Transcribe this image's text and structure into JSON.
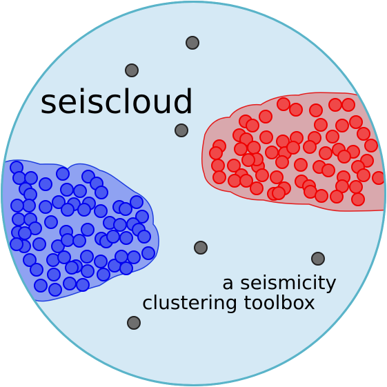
{
  "logo": {
    "title": "seiscloud",
    "subtitle_line1": "a seismicity",
    "subtitle_line2": "clustering toolbox"
  },
  "colors": {
    "circle_fill": "#d5e9f5",
    "circle_stroke": "#5ab4c9",
    "red_cloud_fill": "#d9a8ad",
    "red_cloud_stroke": "#e41b1b",
    "red_dot_fill": "#f04848",
    "red_dot_stroke": "#ee0000",
    "blue_cloud_fill": "#8fa2f2",
    "blue_cloud_stroke": "#1f3ee0",
    "blue_dot_fill": "#4a59f1",
    "blue_dot_stroke": "#0000ee",
    "gray_dot_fill": "#6e6e6e",
    "gray_dot_stroke": "#222222"
  },
  "icons": {
    "circle": "background-circle",
    "red_cluster": "red-cluster-cloud",
    "blue_cluster": "blue-cluster-cloud",
    "noise_points": "gray-point-icons"
  }
}
